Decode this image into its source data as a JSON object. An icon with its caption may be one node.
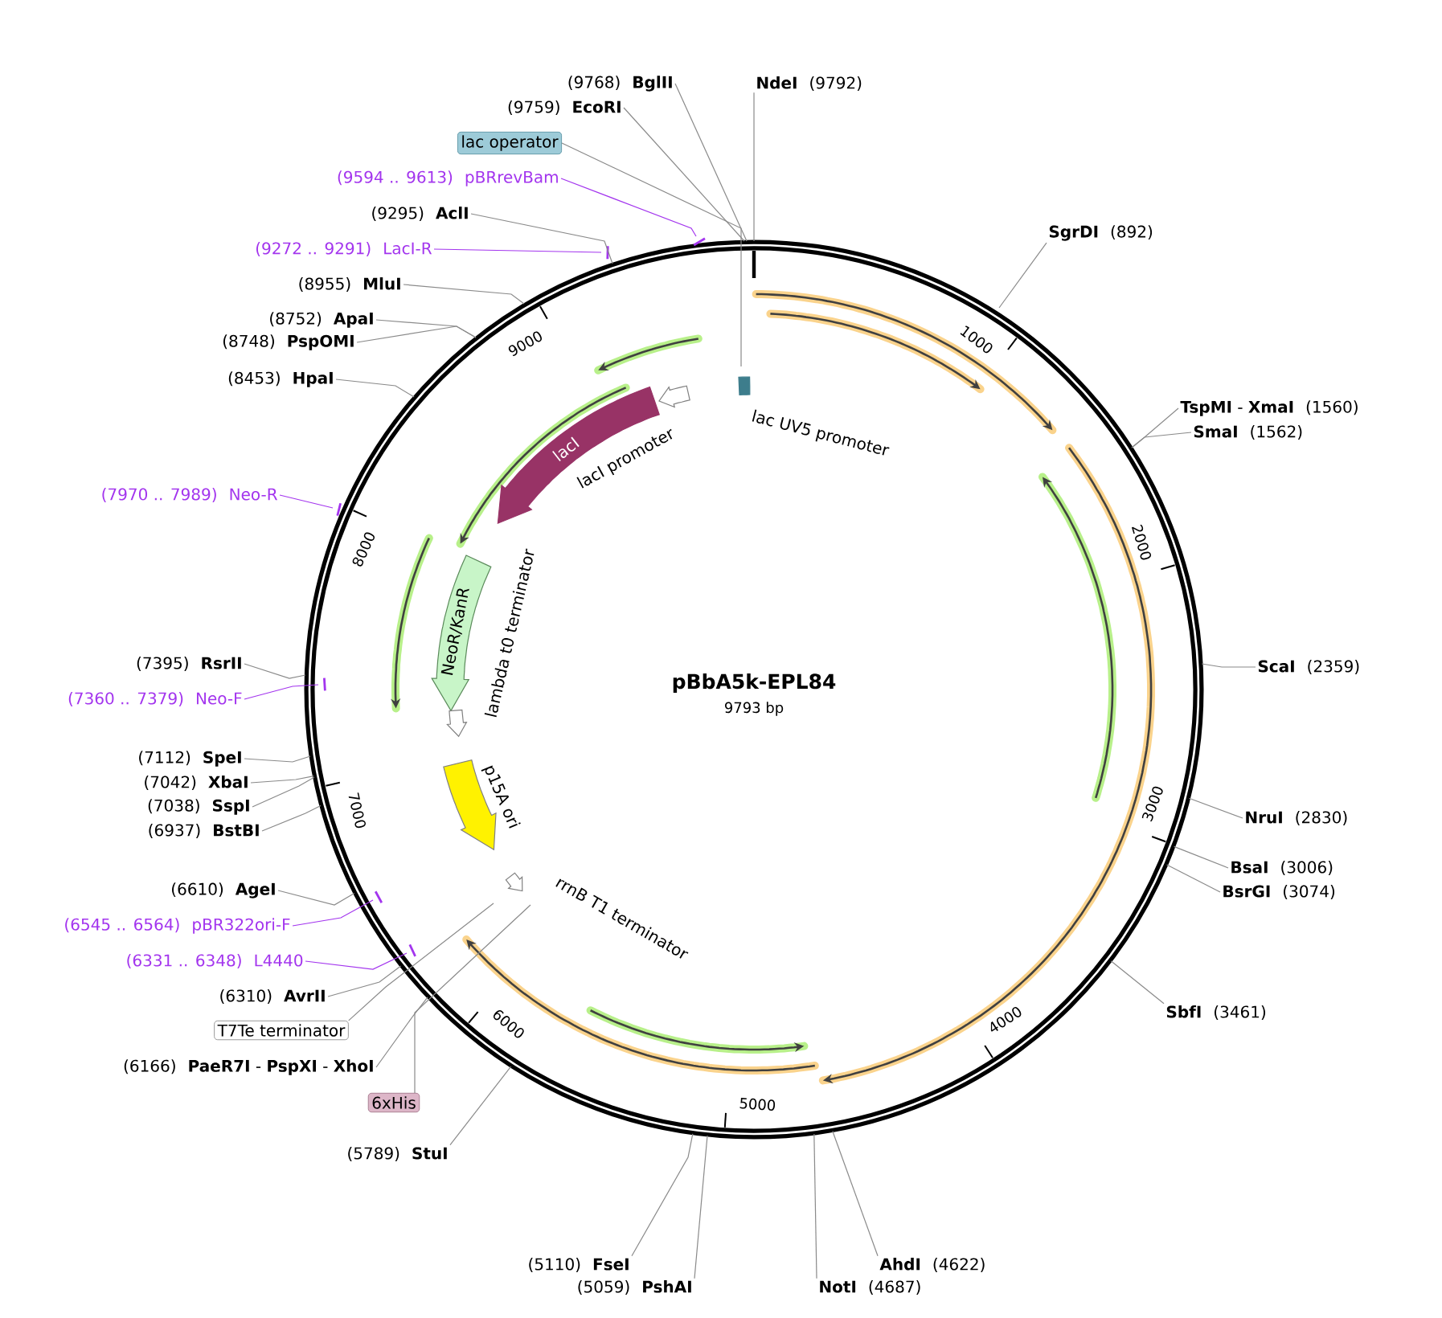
{
  "diagram": {
    "title": "pBbA5k-EPL84",
    "nodes": [
      {
        "text": [
          "(9768)",
          "BglII"
        ]
      },
      {
        "text": [
          "NdeI",
          "(9792)"
        ]
      },
      {
        "text": [
          "(9759)",
          "EcoRI"
        ]
      },
      {
        "text": [
          "lac operator"
        ]
      },
      {
        "text": [
          "(9594 .. 9613)",
          "pBRrevBam"
        ]
      },
      {
        "text": [
          "(9295)",
          "AclI"
        ]
      },
      {
        "text": [
          "(9272 .. 9291)",
          "LacI-R"
        ]
      },
      {
        "text": [
          "SgrDI",
          "(892)"
        ]
      },
      {
        "text": [
          "(8955)",
          "MluI"
        ]
      },
      {
        "text": [
          "(8752)",
          "ApaI"
        ]
      },
      {
        "text": [
          "(8748)",
          "PspOMI"
        ]
      },
      {
        "text": [
          "(8453)",
          "HpaI"
        ]
      },
      {
        "text": [
          "lac UV5 promoter"
        ]
      },
      {
        "text": [
          "lacI promoter"
        ]
      },
      {
        "text": [
          "lacI"
        ]
      },
      {
        "text": [
          "**TspMI** - **XmaI**",
          "(1560)"
        ]
      },
      {
        "text": [
          "SmaI",
          "(1562)"
        ]
      },
      {
        "text": [
          "(7970 .. 7989)",
          "Neo-R"
        ]
      },
      {
        "text": [
          "NeoR/KanR"
        ]
      },
      {
        "text": [
          "lambda t0 terminator"
        ]
      },
      {
        "text": [
          "(7395)",
          "RsrII"
        ]
      },
      {
        "text": [
          "(7360 .. 7379)",
          "Neo-F"
        ]
      },
      {
        "text": [
          "ScaI",
          "(2359)"
        ]
      },
      {
        "text": [
          "(7112)",
          "SpeI"
        ]
      },
      {
        "text": [
          "(7042)",
          "XbaI"
        ]
      },
      {
        "text": [
          "(7038)",
          "SspI"
        ]
      },
      {
        "text": [
          "(6937)",
          "BstBI"
        ]
      },
      {
        "text": [
          "p15A ori"
        ]
      },
      {
        "text": [
          "NruI",
          "(2830)"
        ]
      },
      {
        "text": [
          "BsaI",
          "(3006)"
        ]
      },
      {
        "text": [
          "BsrGI",
          "(3074)"
        ]
      },
      {
        "text": [
          "(6610)",
          "AgeI"
        ]
      },
      {
        "text": [
          "rrnB T1 terminator"
        ]
      },
      {
        "text": [
          "(6545 .. 6564)",
          "pBR322ori-F"
        ]
      },
      {
        "text": [
          "(6331 .. 6348)",
          "L4440"
        ]
      },
      {
        "text": [
          "(6310)",
          "AvrII"
        ]
      },
      {
        "text": [
          "SbfI",
          "(3461)"
        ]
      },
      {
        "text": [
          "T7Te terminator"
        ]
      },
      {
        "text": [
          "(6166)",
          "**PaeR7I** - **PspXI** - **XhoI**"
        ]
      },
      {
        "text": [
          "6xHis"
        ]
      },
      {
        "text": [
          "(5789)",
          "StuI"
        ]
      },
      {
        "text": [
          "(5110)",
          "FseI"
        ]
      },
      {
        "text": [
          "AhdI",
          "(4622)"
        ]
      },
      {
        "text": [
          "(5059)",
          "PshAI"
        ]
      },
      {
        "text": [
          "NotI",
          "(4687)"
        ]
      }
    ],
    "edges": [
      {
        "from": 0,
        "to": null,
        "arrow": "none"
      },
      {
        "from": 1,
        "to": null,
        "arrow": "none"
      },
      {
        "from": 2,
        "to": null,
        "arrow": "none"
      },
      {
        "from": 3,
        "to": 12,
        "arrow": "none"
      },
      {
        "from": 4,
        "to": null,
        "arrow": "none",
        "color": "#a335ee"
      },
      {
        "from": 5,
        "to": null,
        "arrow": "none"
      },
      {
        "from": 6,
        "to": null,
        "arrow": "none",
        "color": "#a335ee"
      },
      {
        "from": 7,
        "to": null,
        "arrow": "none"
      },
      {
        "from": 8,
        "to": null,
        "arrow": "none"
      },
      {
        "from": 9,
        "to": null,
        "arrow": "none"
      },
      {
        "from": 10,
        "to": null,
        "arrow": "none"
      },
      {
        "from": 11,
        "to": null,
        "arrow": "none"
      },
      {
        "from": 15,
        "to": null,
        "arrow": "none"
      },
      {
        "from": 16,
        "to": null,
        "arrow": "none"
      },
      {
        "from": 17,
        "to": null,
        "arrow": "none",
        "color": "#a335ee"
      },
      {
        "from": 20,
        "to": null,
        "arrow": "none"
      },
      {
        "from": 21,
        "to": null,
        "arrow": "none",
        "color": "#a335ee"
      },
      {
        "from": 22,
        "to": null,
        "arrow": "none"
      },
      {
        "from": 23,
        "to": null,
        "arrow": "none"
      },
      {
        "from": 24,
        "to": null,
        "arrow": "none"
      },
      {
        "from": 25,
        "to": null,
        "arrow": "none"
      },
      {
        "from": 26,
        "to": null,
        "arrow": "none"
      },
      {
        "from": 28,
        "to": null,
        "arrow": "none"
      },
      {
        "from": 29,
        "to": null,
        "arrow": "none"
      },
      {
        "from": 30,
        "to": null,
        "arrow": "none"
      },
      {
        "from": 31,
        "to": null,
        "arrow": "none"
      },
      {
        "from": 33,
        "to": null,
        "arrow": "none",
        "color": "#a335ee"
      },
      {
        "from": 34,
        "to": null,
        "arrow": "none",
        "color": "#a335ee"
      },
      {
        "from": 35,
        "to": null,
        "arrow": "none"
      },
      {
        "from": 36,
        "to": null,
        "arrow": "none"
      },
      {
        "from": 37,
        "to": null,
        "arrow": "none"
      },
      {
        "from": 38,
        "to": null,
        "arrow": "none"
      },
      {
        "from": 39,
        "to": 32,
        "arrow": "none"
      },
      {
        "from": 40,
        "to": null,
        "arrow": "none"
      },
      {
        "from": 41,
        "to": null,
        "arrow": "none"
      },
      {
        "from": 42,
        "to": null,
        "arrow": "none"
      },
      {
        "from": 43,
        "to": null,
        "arrow": "none"
      },
      {
        "from": 44,
        "to": null,
        "arrow": "none"
      }
    ],
    "labels": [
      "9793 bp",
      "1000",
      "2000",
      "3000",
      "4000",
      "5000",
      "6000",
      "7000",
      "8000",
      "9000"
    ]
  }
}
